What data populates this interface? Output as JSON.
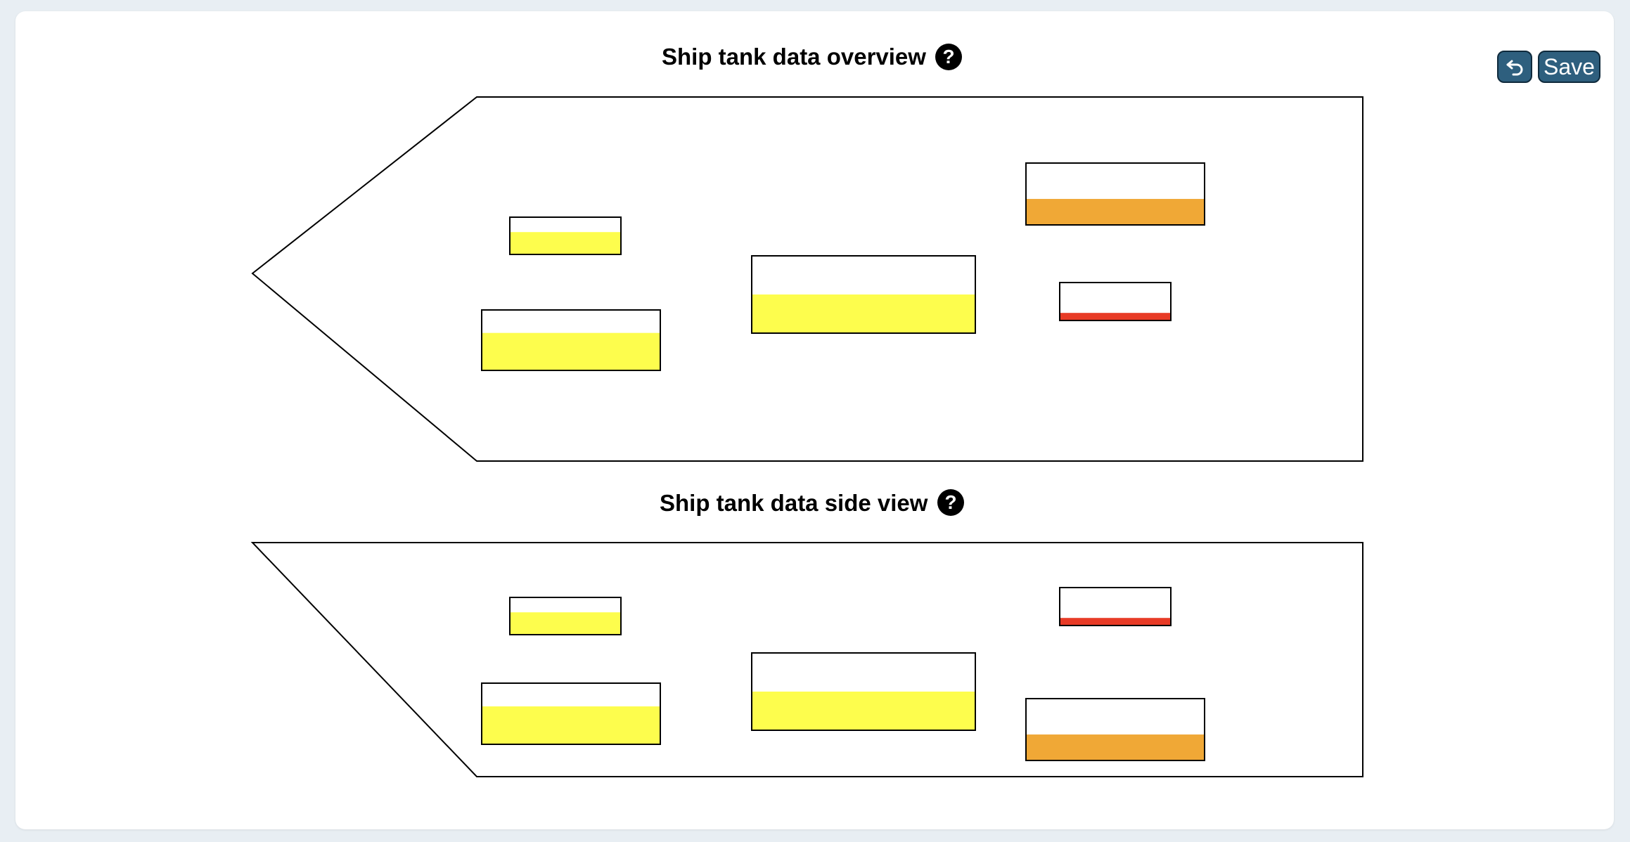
{
  "overview": {
    "title": "Ship tank data overview",
    "tanks": [
      {
        "id": "t1",
        "fill": 0.6,
        "color": "#fdfd4d"
      },
      {
        "id": "t2",
        "fill": 0.62,
        "color": "#fdfd4d"
      },
      {
        "id": "t3",
        "fill": 0.5,
        "color": "#fdfd4d"
      },
      {
        "id": "t4",
        "fill": 0.42,
        "color": "#f0a836"
      },
      {
        "id": "t5",
        "fill": 0.2,
        "color": "#e83b26"
      }
    ]
  },
  "side_view": {
    "title": "Ship tank data side view",
    "tanks": [
      {
        "id": "t1",
        "fill": 0.6,
        "color": "#fdfd4d"
      },
      {
        "id": "t2",
        "fill": 0.62,
        "color": "#fdfd4d"
      },
      {
        "id": "t3",
        "fill": 0.5,
        "color": "#fdfd4d"
      },
      {
        "id": "t5",
        "fill": 0.2,
        "color": "#e83b26"
      },
      {
        "id": "t4",
        "fill": 0.42,
        "color": "#f0a836"
      }
    ]
  },
  "toolbar": {
    "back_icon": "undo-arrow-icon",
    "save_label": "Save"
  },
  "help_icon": "question-mark-icon",
  "help_glyph": "?"
}
